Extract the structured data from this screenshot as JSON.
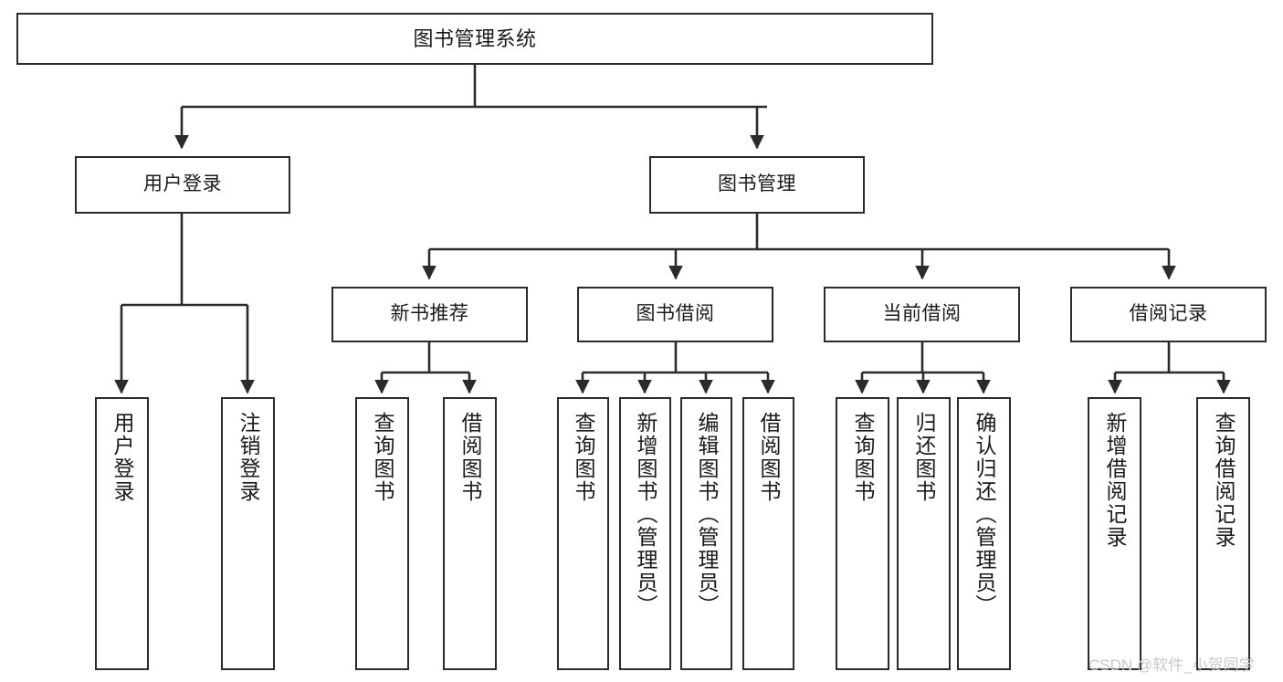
{
  "diagram": {
    "type": "tree",
    "root": {
      "id": "root",
      "label": "图书管理系统"
    },
    "level1": [
      {
        "id": "user-login",
        "label": "用户登录"
      },
      {
        "id": "book-management",
        "label": "图书管理"
      }
    ],
    "level2": [
      {
        "id": "new-book-recommend",
        "label": "新书推荐",
        "parent": "book-management"
      },
      {
        "id": "book-borrow",
        "label": "图书借阅",
        "parent": "book-management"
      },
      {
        "id": "current-borrow",
        "label": "当前借阅",
        "parent": "book-management"
      },
      {
        "id": "borrow-record",
        "label": "借阅记录",
        "parent": "book-management"
      }
    ],
    "leaves": {
      "user_login": [
        {
          "id": "leaf-user-login",
          "label": "用户登录"
        },
        {
          "id": "leaf-logout-login",
          "label": "注销登录"
        }
      ],
      "new_book_recommend": [
        {
          "id": "leaf-query-book-1",
          "label": "查询图书"
        },
        {
          "id": "leaf-borrow-book-1",
          "label": "借阅图书"
        }
      ],
      "book_borrow": [
        {
          "id": "leaf-query-book-2",
          "label": "查询图书"
        },
        {
          "id": "leaf-add-book",
          "label": "新增图书（管理员）"
        },
        {
          "id": "leaf-edit-book",
          "label": "编辑图书（管理员）"
        },
        {
          "id": "leaf-borrow-book-2",
          "label": "借阅图书"
        }
      ],
      "current_borrow": [
        {
          "id": "leaf-query-book-3",
          "label": "查询图书"
        },
        {
          "id": "leaf-return-book",
          "label": "归还图书"
        },
        {
          "id": "leaf-confirm-return",
          "label": "确认归还（管理员）"
        }
      ],
      "borrow_record": [
        {
          "id": "leaf-add-record",
          "label": "新增借阅记录"
        },
        {
          "id": "leaf-query-record",
          "label": "查询借阅记录"
        }
      ]
    }
  },
  "watermark": {
    "text": "CSDN @软件_小贺同学"
  },
  "colors": {
    "stroke": "#2b2b2b",
    "fill": "#ffffff",
    "text": "#1a1a1a",
    "watermark": "#c9c9c9"
  }
}
